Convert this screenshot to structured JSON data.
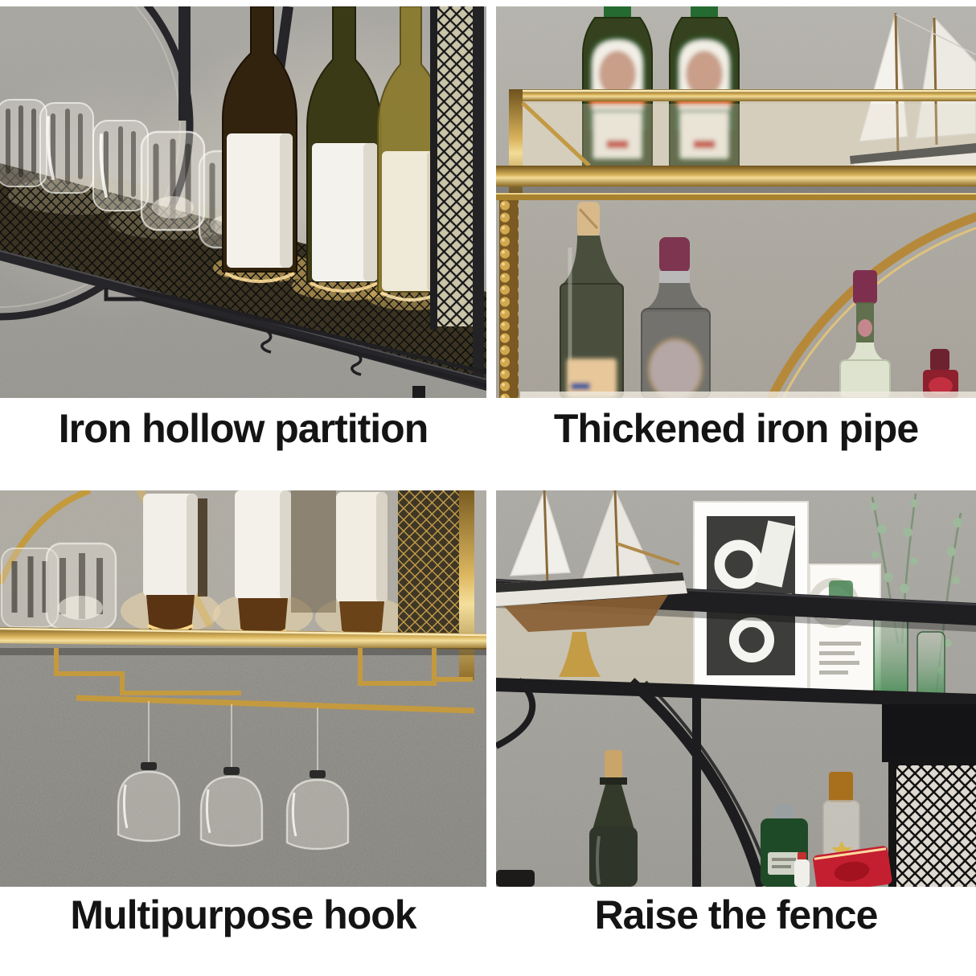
{
  "page": {
    "title": "Wall-mounted wine rack feature collage",
    "layout": "2x2 photo grid with captions"
  },
  "palette": {
    "caption_text": "#141414",
    "page_bg": "#ffffff",
    "black_iron": "#222224",
    "gold_iron": "#c49a3f",
    "wall_gray": "#a5a39e",
    "label_white": "#f2efe8",
    "bottle_green": "#36421f",
    "accent_red": "#c41f30"
  },
  "features": [
    {
      "id": "iron-hollow-partition",
      "caption": "Iron hollow partition",
      "photo_alt": "Black iron hanging rack with mesh partition holding wine bottles and tumbler glasses against a concrete wall"
    },
    {
      "id": "thickened-iron-pipe",
      "caption": "Thickened iron pipe",
      "photo_alt": "Gold thick iron pipe wall shelf with green liquor bottles, a sailboat model and wine bottles under a gold arch"
    },
    {
      "id": "multipurpose-hook",
      "caption": "Multipurpose hook",
      "photo_alt": "Gold rack with multipurpose hooks and stemware rails, white label bottles above and wine glasses hanging below"
    },
    {
      "id": "raise-the-fence",
      "caption": "Raise the fence",
      "photo_alt": "Black wall shelf with raised mesh fence, sailboat model, art frames, plants and liquor bottles"
    }
  ]
}
